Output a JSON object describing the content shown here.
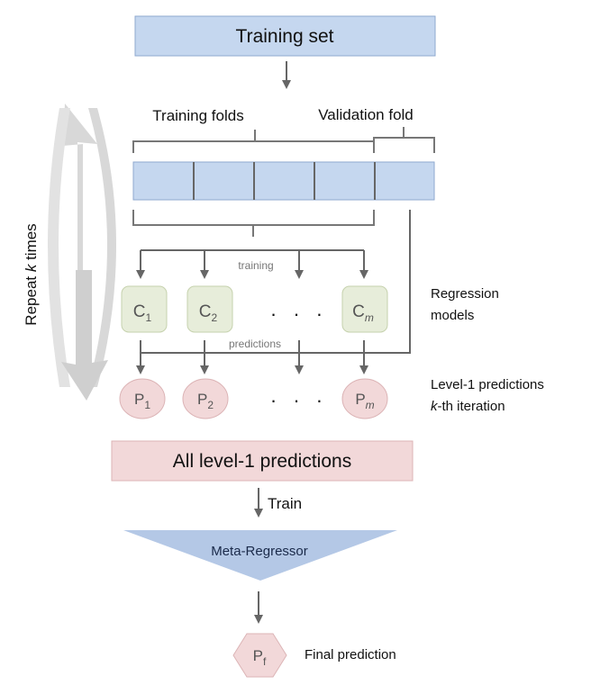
{
  "labels": {
    "training_set": "Training set",
    "training_folds": "Training folds",
    "validation_fold": "Validation fold",
    "repeat_prefix": "Repeat ",
    "repeat_k": "k",
    "repeat_suffix": " times",
    "training": "training",
    "predictions": "predictions",
    "regression_models_line1": "Regression",
    "regression_models_line2": "models",
    "level1_line1": "Level-1 predictions",
    "level1_line2_k": "k",
    "level1_line2_rest": "-th iteration",
    "all_level1": "All level-1 predictions",
    "train": "Train",
    "meta_regressor": "Meta-Regressor",
    "final_prediction": "Final prediction",
    "ellipsis": "· · ·"
  },
  "classifiers": [
    {
      "letter": "C",
      "sub": "1",
      "italic": false
    },
    {
      "letter": "C",
      "sub": "2",
      "italic": false
    },
    {
      "letter": "C",
      "sub": "m",
      "italic": true
    }
  ],
  "predictions": [
    {
      "letter": "P",
      "sub": "1",
      "italic": false
    },
    {
      "letter": "P",
      "sub": "2",
      "italic": false
    },
    {
      "letter": "P",
      "sub": "m",
      "italic": true
    }
  ],
  "final": {
    "letter": "P",
    "sub": "f"
  },
  "colors": {
    "blue_fill": "#c5d7ef",
    "blue_stroke": "#8fa9cf",
    "green_fill": "#e7edda",
    "green_stroke": "#c6d2ae",
    "pink_fill": "#f2d8d9",
    "pink_stroke": "#dcb4b6",
    "meta_fill": "#b4c8e6",
    "arrow": "#666666",
    "loop": "#d6d6d6"
  }
}
